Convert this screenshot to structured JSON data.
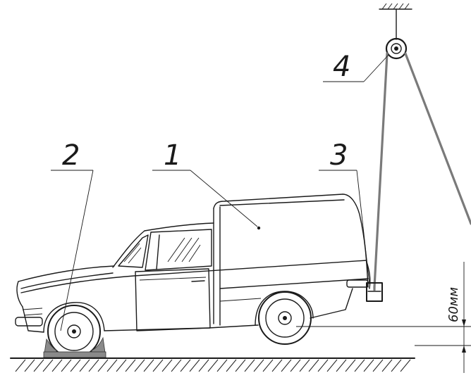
{
  "labels": {
    "car": "1",
    "chock": "2",
    "hook": "3",
    "pulley": "4"
  },
  "dimension": {
    "text": "60мм"
  },
  "colors": {
    "line": "#1a1a1a",
    "cable": "#7a7a7a",
    "chock": "#8a8a8a"
  }
}
